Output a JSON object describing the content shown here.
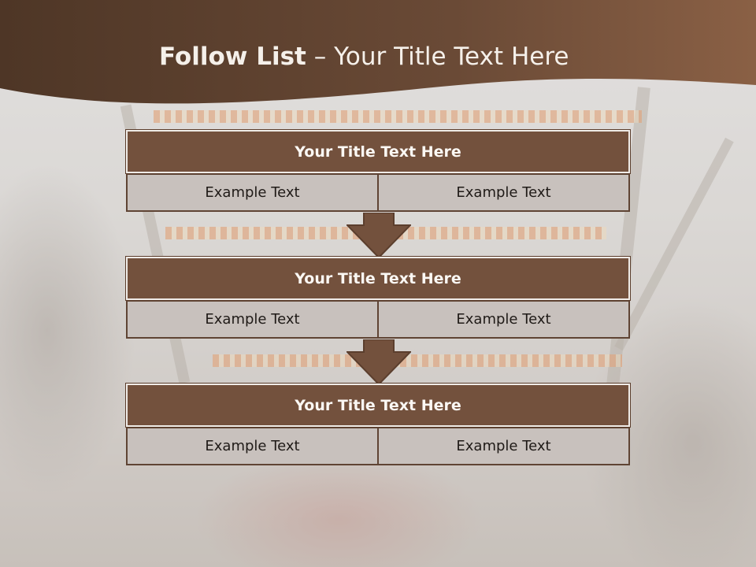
{
  "slide": {
    "title_bold": "Follow List",
    "title_rest": " – Your Title Text Here"
  },
  "colors": {
    "header_brown": "#5d4331",
    "block_brown": "#73513d",
    "cell_fill": "#c8c1bd"
  },
  "blocks": [
    {
      "title": "Your Title Text Here",
      "left": "Example Text",
      "right": "Example Text"
    },
    {
      "title": "Your Title Text Here",
      "left": "Example Text",
      "right": "Example Text"
    },
    {
      "title": "Your Title Text Here",
      "left": "Example Text",
      "right": "Example Text"
    }
  ]
}
